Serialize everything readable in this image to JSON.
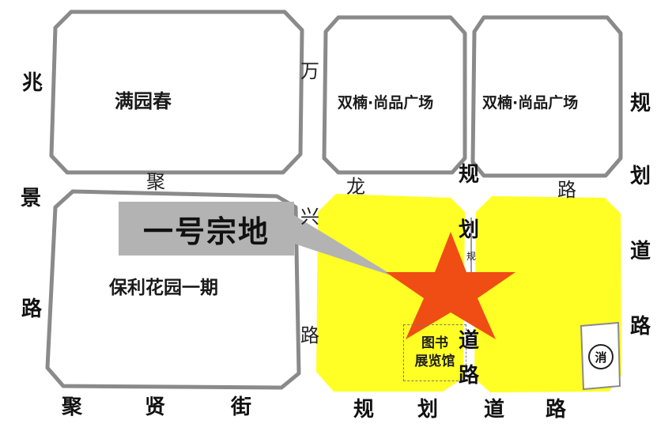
{
  "colors": {
    "block_outline": "#8a8a8a",
    "site_fill": "#ffff26",
    "star": "#f04d14",
    "callout_bg": "#b3b3b3"
  },
  "blocks": {
    "manyuanchun": "满园春",
    "shuangnan_1": "双楠·尚品广场",
    "shuangnan_2": "双楠·尚品广场",
    "baoli": "保利花园一期"
  },
  "callout": {
    "label": "一号宗地"
  },
  "facilities": {
    "library_line1": "图书",
    "library_line2": "展览馆",
    "fire_station": "消"
  },
  "roads": {
    "zhaojing_road": [
      "兆",
      "景",
      "路"
    ],
    "juxian_street": [
      "聚",
      "贤",
      "街"
    ],
    "wanlongxing_road": [
      "万",
      "龙",
      "兴",
      "路"
    ],
    "ju_small": "聚",
    "planned_road_bottom": [
      "规",
      "划",
      "道",
      "路"
    ],
    "planned_road_center": [
      "规",
      "划",
      "道",
      "路"
    ],
    "planned_road_center_small": "规",
    "planned_road_right": [
      "规",
      "划",
      "道",
      "路"
    ],
    "lu_small": "路"
  },
  "icons": {
    "site_marker": "star-icon"
  }
}
